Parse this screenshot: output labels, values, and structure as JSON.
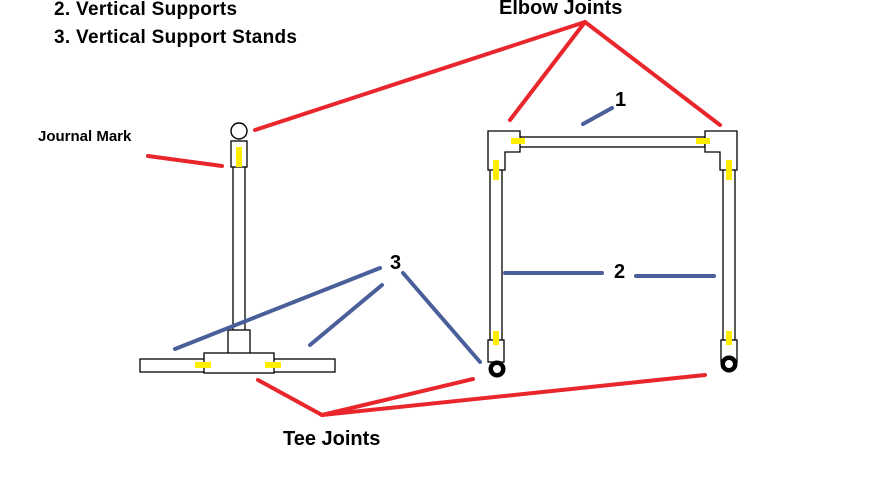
{
  "legend": {
    "item2": "2. Vertical Supports",
    "item3": "3. Vertical Support Stands"
  },
  "labels": {
    "elbow_joints": "Elbow Joints",
    "journal_mark": "Journal Mark",
    "tee_joints": "Tee Joints"
  },
  "numbers": {
    "one": "1",
    "two": "2",
    "three": "3"
  },
  "colors": {
    "pipe_fill": "#ffffff",
    "pipe_stroke": "#000000",
    "joint_marker": "#ffee00",
    "red_leader": "#e8262c",
    "blue_leader": "#4a5f9a",
    "background": "#ffffff"
  }
}
